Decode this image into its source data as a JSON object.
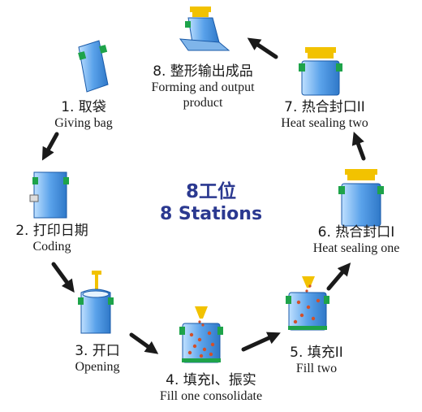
{
  "title": {
    "cn": "8工位",
    "en": "8 Stations"
  },
  "colors": {
    "title": "#2b3990",
    "bag_fill": "#4d94e0",
    "bag_light": "#bfe0ff",
    "bag_edge": "#1a5aa8",
    "clamp_green": "#1ea34a",
    "gripper_yellow": "#f2c200",
    "arrow": "#1a1a1a",
    "particle": "#d2502a"
  },
  "stations": [
    {
      "cn": "1. 取袋",
      "en": "Giving bag",
      "icon": "flat-bag-icon"
    },
    {
      "cn": "2. 打印日期",
      "en": "Coding",
      "icon": "coding-bag-icon"
    },
    {
      "cn": "3. 开口",
      "en": "Opening",
      "icon": "opening-bag-icon"
    },
    {
      "cn": "4. 填充I、振实",
      "en": "Fill one consolidate",
      "icon": "filling-bag-icon"
    },
    {
      "cn": "5. 填充II",
      "en": "Fill two",
      "icon": "filling-bag-icon"
    },
    {
      "cn": "6. 热合封口I",
      "en": "Heat sealing one",
      "icon": "sealing-bag-icon"
    },
    {
      "cn": "7. 热合封口II",
      "en": "Heat sealing two",
      "icon": "sealing-bag-icon"
    },
    {
      "cn": "8. 整形输出成品",
      "en_line1": "Forming and output",
      "en_line2": "product",
      "icon": "finished-bag-icon"
    }
  ]
}
